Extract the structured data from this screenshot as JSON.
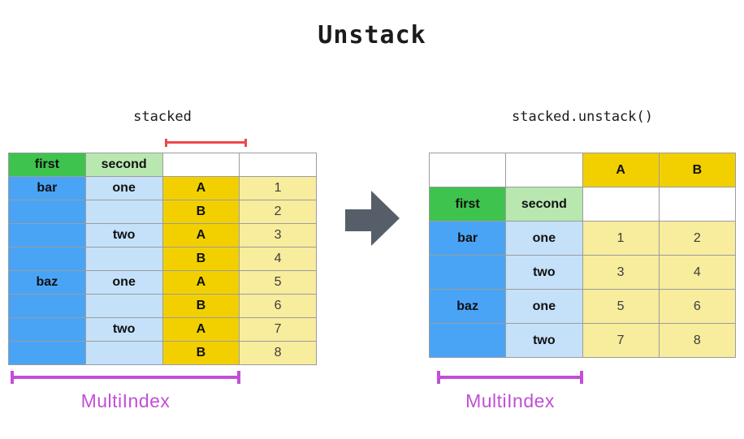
{
  "title": "Unstack",
  "left": {
    "caption": "stacked",
    "multiindex_label": "MultiIndex",
    "table": {
      "rows": [
        [
          {
            "t": "first",
            "bg": "green"
          },
          {
            "t": "second",
            "bg": "lightgreen"
          },
          {
            "t": "",
            "bg": "white"
          },
          {
            "t": "",
            "bg": "white"
          }
        ],
        [
          {
            "t": "bar",
            "bg": "blue"
          },
          {
            "t": "one",
            "bg": "lightblue"
          },
          {
            "t": "A",
            "bg": "yellow"
          },
          {
            "t": "1",
            "bg": "lightyellow",
            "v": true
          }
        ],
        [
          {
            "t": "",
            "bg": "blue"
          },
          {
            "t": "",
            "bg": "lightblue"
          },
          {
            "t": "B",
            "bg": "yellow"
          },
          {
            "t": "2",
            "bg": "lightyellow",
            "v": true
          }
        ],
        [
          {
            "t": "",
            "bg": "blue"
          },
          {
            "t": "two",
            "bg": "lightblue"
          },
          {
            "t": "A",
            "bg": "yellow"
          },
          {
            "t": "3",
            "bg": "lightyellow",
            "v": true
          }
        ],
        [
          {
            "t": "",
            "bg": "blue"
          },
          {
            "t": "",
            "bg": "lightblue"
          },
          {
            "t": "B",
            "bg": "yellow"
          },
          {
            "t": "4",
            "bg": "lightyellow",
            "v": true
          }
        ],
        [
          {
            "t": "baz",
            "bg": "blue"
          },
          {
            "t": "one",
            "bg": "lightblue"
          },
          {
            "t": "A",
            "bg": "yellow"
          },
          {
            "t": "5",
            "bg": "lightyellow",
            "v": true
          }
        ],
        [
          {
            "t": "",
            "bg": "blue"
          },
          {
            "t": "",
            "bg": "lightblue"
          },
          {
            "t": "B",
            "bg": "yellow"
          },
          {
            "t": "6",
            "bg": "lightyellow",
            "v": true
          }
        ],
        [
          {
            "t": "",
            "bg": "blue"
          },
          {
            "t": "two",
            "bg": "lightblue"
          },
          {
            "t": "A",
            "bg": "yellow"
          },
          {
            "t": "7",
            "bg": "lightyellow",
            "v": true
          }
        ],
        [
          {
            "t": "",
            "bg": "blue"
          },
          {
            "t": "",
            "bg": "lightblue"
          },
          {
            "t": "B",
            "bg": "yellow"
          },
          {
            "t": "8",
            "bg": "lightyellow",
            "v": true
          }
        ]
      ]
    }
  },
  "right": {
    "caption": "stacked.unstack()",
    "multiindex_label": "MultiIndex",
    "table": {
      "rows": [
        [
          {
            "t": "",
            "bg": "white"
          },
          {
            "t": "",
            "bg": "white"
          },
          {
            "t": "A",
            "bg": "yellow"
          },
          {
            "t": "B",
            "bg": "yellow"
          }
        ],
        [
          {
            "t": "first",
            "bg": "green"
          },
          {
            "t": "second",
            "bg": "lightgreen"
          },
          {
            "t": "",
            "bg": "white"
          },
          {
            "t": "",
            "bg": "white"
          }
        ],
        [
          {
            "t": "bar",
            "bg": "blue"
          },
          {
            "t": "one",
            "bg": "lightblue"
          },
          {
            "t": "1",
            "bg": "lightyellow",
            "v": true
          },
          {
            "t": "2",
            "bg": "lightyellow",
            "v": true
          }
        ],
        [
          {
            "t": "",
            "bg": "blue"
          },
          {
            "t": "two",
            "bg": "lightblue"
          },
          {
            "t": "3",
            "bg": "lightyellow",
            "v": true
          },
          {
            "t": "4",
            "bg": "lightyellow",
            "v": true
          }
        ],
        [
          {
            "t": "baz",
            "bg": "blue"
          },
          {
            "t": "one",
            "bg": "lightblue"
          },
          {
            "t": "5",
            "bg": "lightyellow",
            "v": true
          },
          {
            "t": "6",
            "bg": "lightyellow",
            "v": true
          }
        ],
        [
          {
            "t": "",
            "bg": "blue"
          },
          {
            "t": "two",
            "bg": "lightblue"
          },
          {
            "t": "7",
            "bg": "lightyellow",
            "v": true
          },
          {
            "t": "8",
            "bg": "lightyellow",
            "v": true
          }
        ]
      ]
    }
  },
  "colors": {
    "green": "#3ec34e",
    "lightgreen": "#b8e8b0",
    "blue": "#4aa4f6",
    "lightblue": "#c4e1f9",
    "yellow": "#f2d000",
    "lightyellow": "#f8ec9d",
    "white": "#ffffff",
    "red_bracket": "#ef4747",
    "magenta": "#c24fd7",
    "arrow": "#565f69",
    "grid": "#9c9c9c"
  }
}
